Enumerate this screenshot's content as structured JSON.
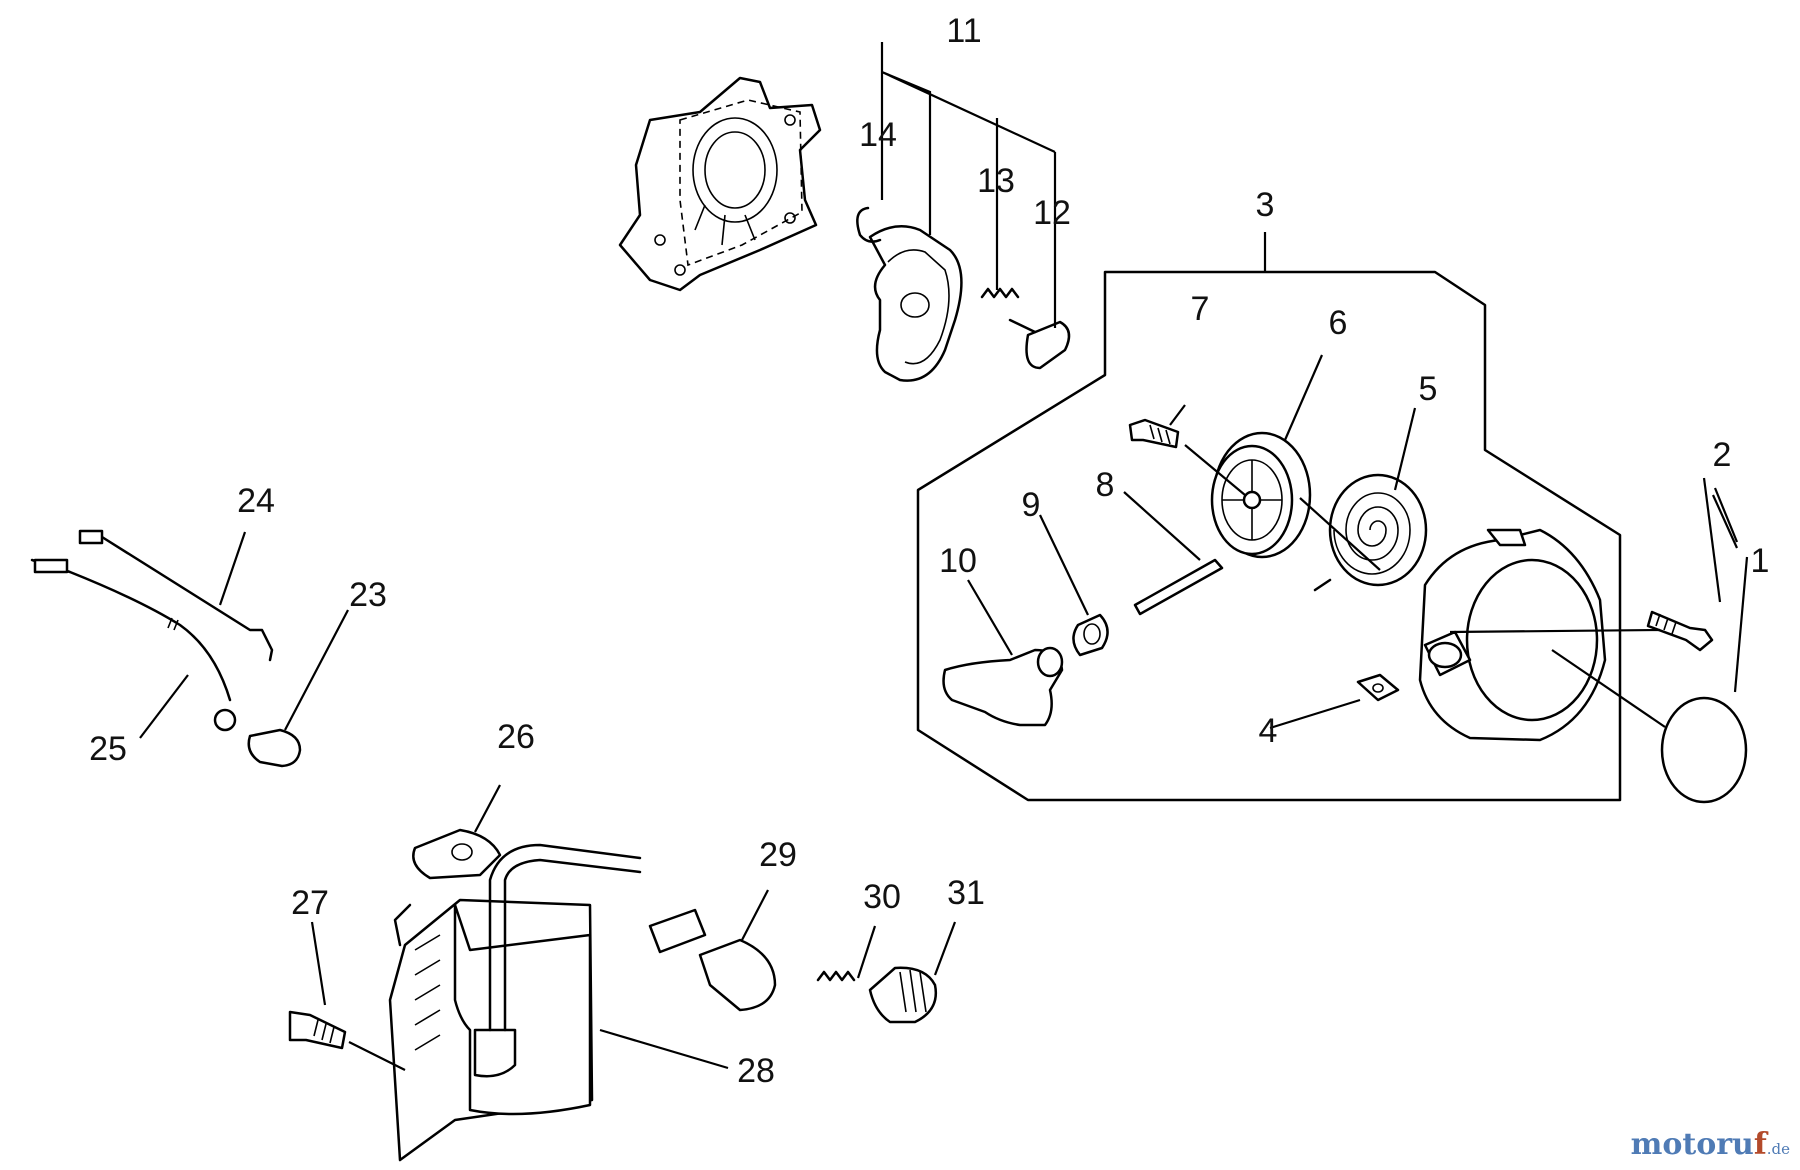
{
  "diagram": {
    "callouts": [
      {
        "id": "1",
        "text": "1"
      },
      {
        "id": "2",
        "text": "2"
      },
      {
        "id": "3",
        "text": "3"
      },
      {
        "id": "4",
        "text": "4"
      },
      {
        "id": "5",
        "text": "5"
      },
      {
        "id": "6",
        "text": "6"
      },
      {
        "id": "7",
        "text": "7"
      },
      {
        "id": "8",
        "text": "8"
      },
      {
        "id": "9",
        "text": "9"
      },
      {
        "id": "10",
        "text": "10"
      },
      {
        "id": "11",
        "text": "11"
      },
      {
        "id": "12",
        "text": "12"
      },
      {
        "id": "13",
        "text": "13"
      },
      {
        "id": "14",
        "text": "14"
      },
      {
        "id": "23",
        "text": "23"
      },
      {
        "id": "24",
        "text": "24"
      },
      {
        "id": "25",
        "text": "25"
      },
      {
        "id": "26",
        "text": "26"
      },
      {
        "id": "27",
        "text": "27"
      },
      {
        "id": "28",
        "text": "28"
      },
      {
        "id": "29",
        "text": "29"
      },
      {
        "id": "30",
        "text": "30"
      },
      {
        "id": "31",
        "text": "31"
      }
    ]
  },
  "watermark": {
    "part1": "motoru",
    "accent": "f",
    "tld": ".de",
    "colors": {
      "text": "#4f7bb5",
      "accent": "#b34a2a"
    }
  }
}
